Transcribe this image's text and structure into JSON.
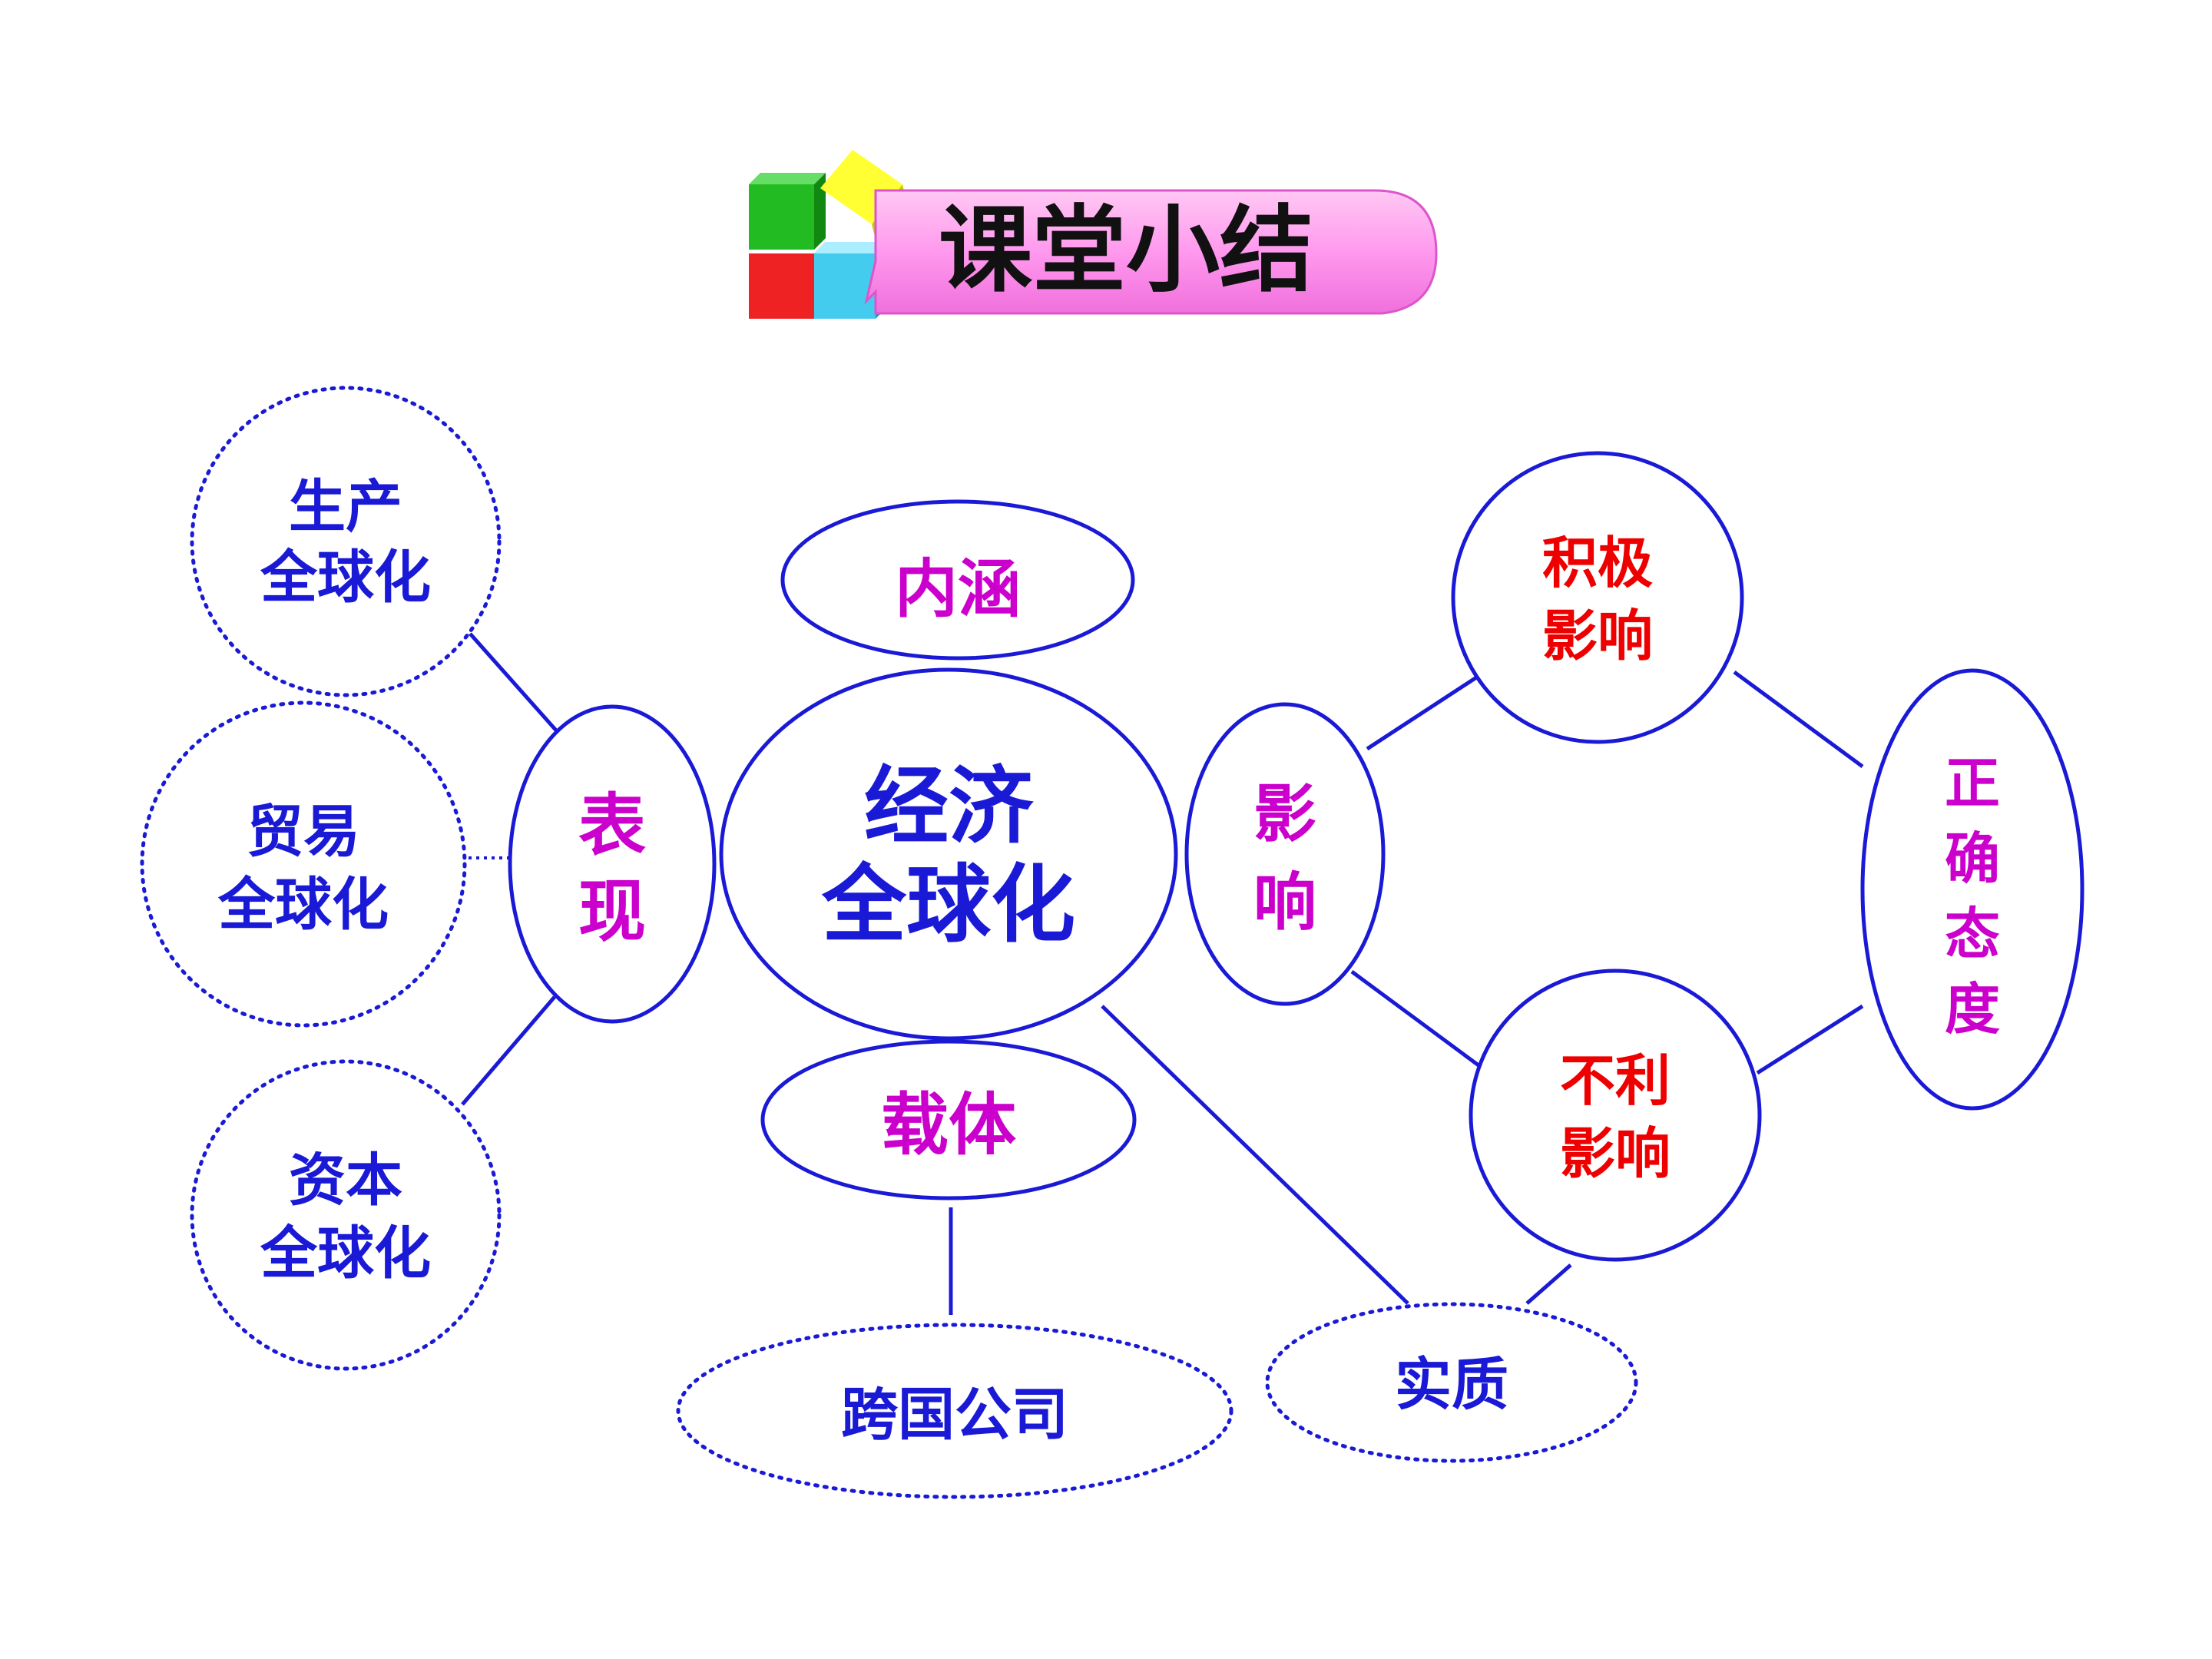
{
  "title": {
    "text": "课堂小结",
    "banner_color": "#ff99ee",
    "text_color": "#111111"
  },
  "colors": {
    "outline": "#1a1ad6",
    "blue_text": "#1a1ad6",
    "magenta_text": "#cc00cc",
    "red_text": "#ee0000"
  },
  "nodes": {
    "center": {
      "lines": [
        "经济",
        "全球化"
      ]
    },
    "neihan": {
      "lines": [
        "内涵"
      ]
    },
    "zaiti": {
      "lines": [
        "载体"
      ]
    },
    "biaoxian": {
      "lines": [
        "表",
        "现"
      ]
    },
    "yingxiang": {
      "lines": [
        "影",
        "响"
      ]
    },
    "production": {
      "lines": [
        "生产",
        "全球化"
      ]
    },
    "trade": {
      "lines": [
        "贸易",
        "全球化"
      ]
    },
    "capital": {
      "lines": [
        "资本",
        "全球化"
      ]
    },
    "multinational": {
      "lines": [
        "跨国公司"
      ]
    },
    "essence": {
      "lines": [
        "实质"
      ]
    },
    "positive": {
      "lines": [
        "积极",
        "影响"
      ]
    },
    "negative": {
      "lines": [
        "不利",
        "影响"
      ]
    },
    "attitude": {
      "lines": [
        "正",
        "确",
        "态",
        "度"
      ]
    }
  }
}
